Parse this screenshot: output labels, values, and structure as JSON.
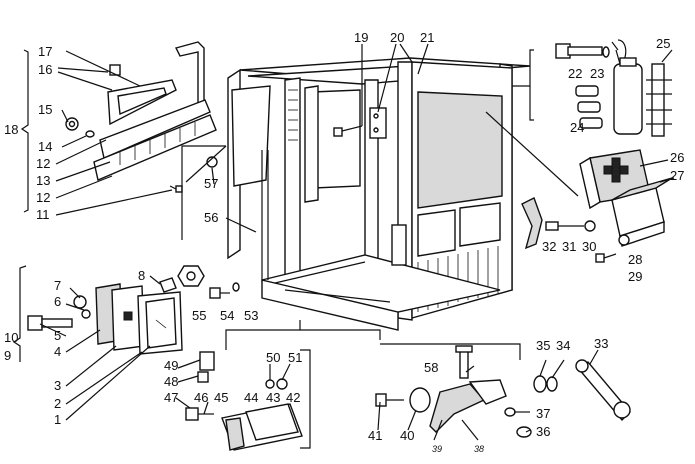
{
  "callouts": {
    "c1": "1",
    "c2": "2",
    "c3": "3",
    "c4": "4",
    "c5": "5",
    "c6": "6",
    "c7": "7",
    "c8": "8",
    "c9": "9",
    "c10": "10",
    "c11": "11",
    "c12a": "12",
    "c12b": "12",
    "c13": "13",
    "c14": "14",
    "c15": "15",
    "c16": "16",
    "c17": "17",
    "c18": "18",
    "c19": "19",
    "c20": "20",
    "c21": "21",
    "c22": "22",
    "c23": "23",
    "c24": "24",
    "c25": "25",
    "c26": "26",
    "c27": "27",
    "c28": "28",
    "c29": "29",
    "c30": "30",
    "c31": "31",
    "c32": "32",
    "c33": "33",
    "c34": "34",
    "c35": "35",
    "c36": "36",
    "c37": "37",
    "c38": "38",
    "c39": "39",
    "c40": "40",
    "c41": "41",
    "c42": "42",
    "c43": "43",
    "c44": "44",
    "c45": "45",
    "c46": "46",
    "c47": "47",
    "c48": "48",
    "c49": "49",
    "c50": "50",
    "c51": "51",
    "c53": "53",
    "c54": "54",
    "c55": "55",
    "c56": "56",
    "c57": "57",
    "c58": "58"
  }
}
